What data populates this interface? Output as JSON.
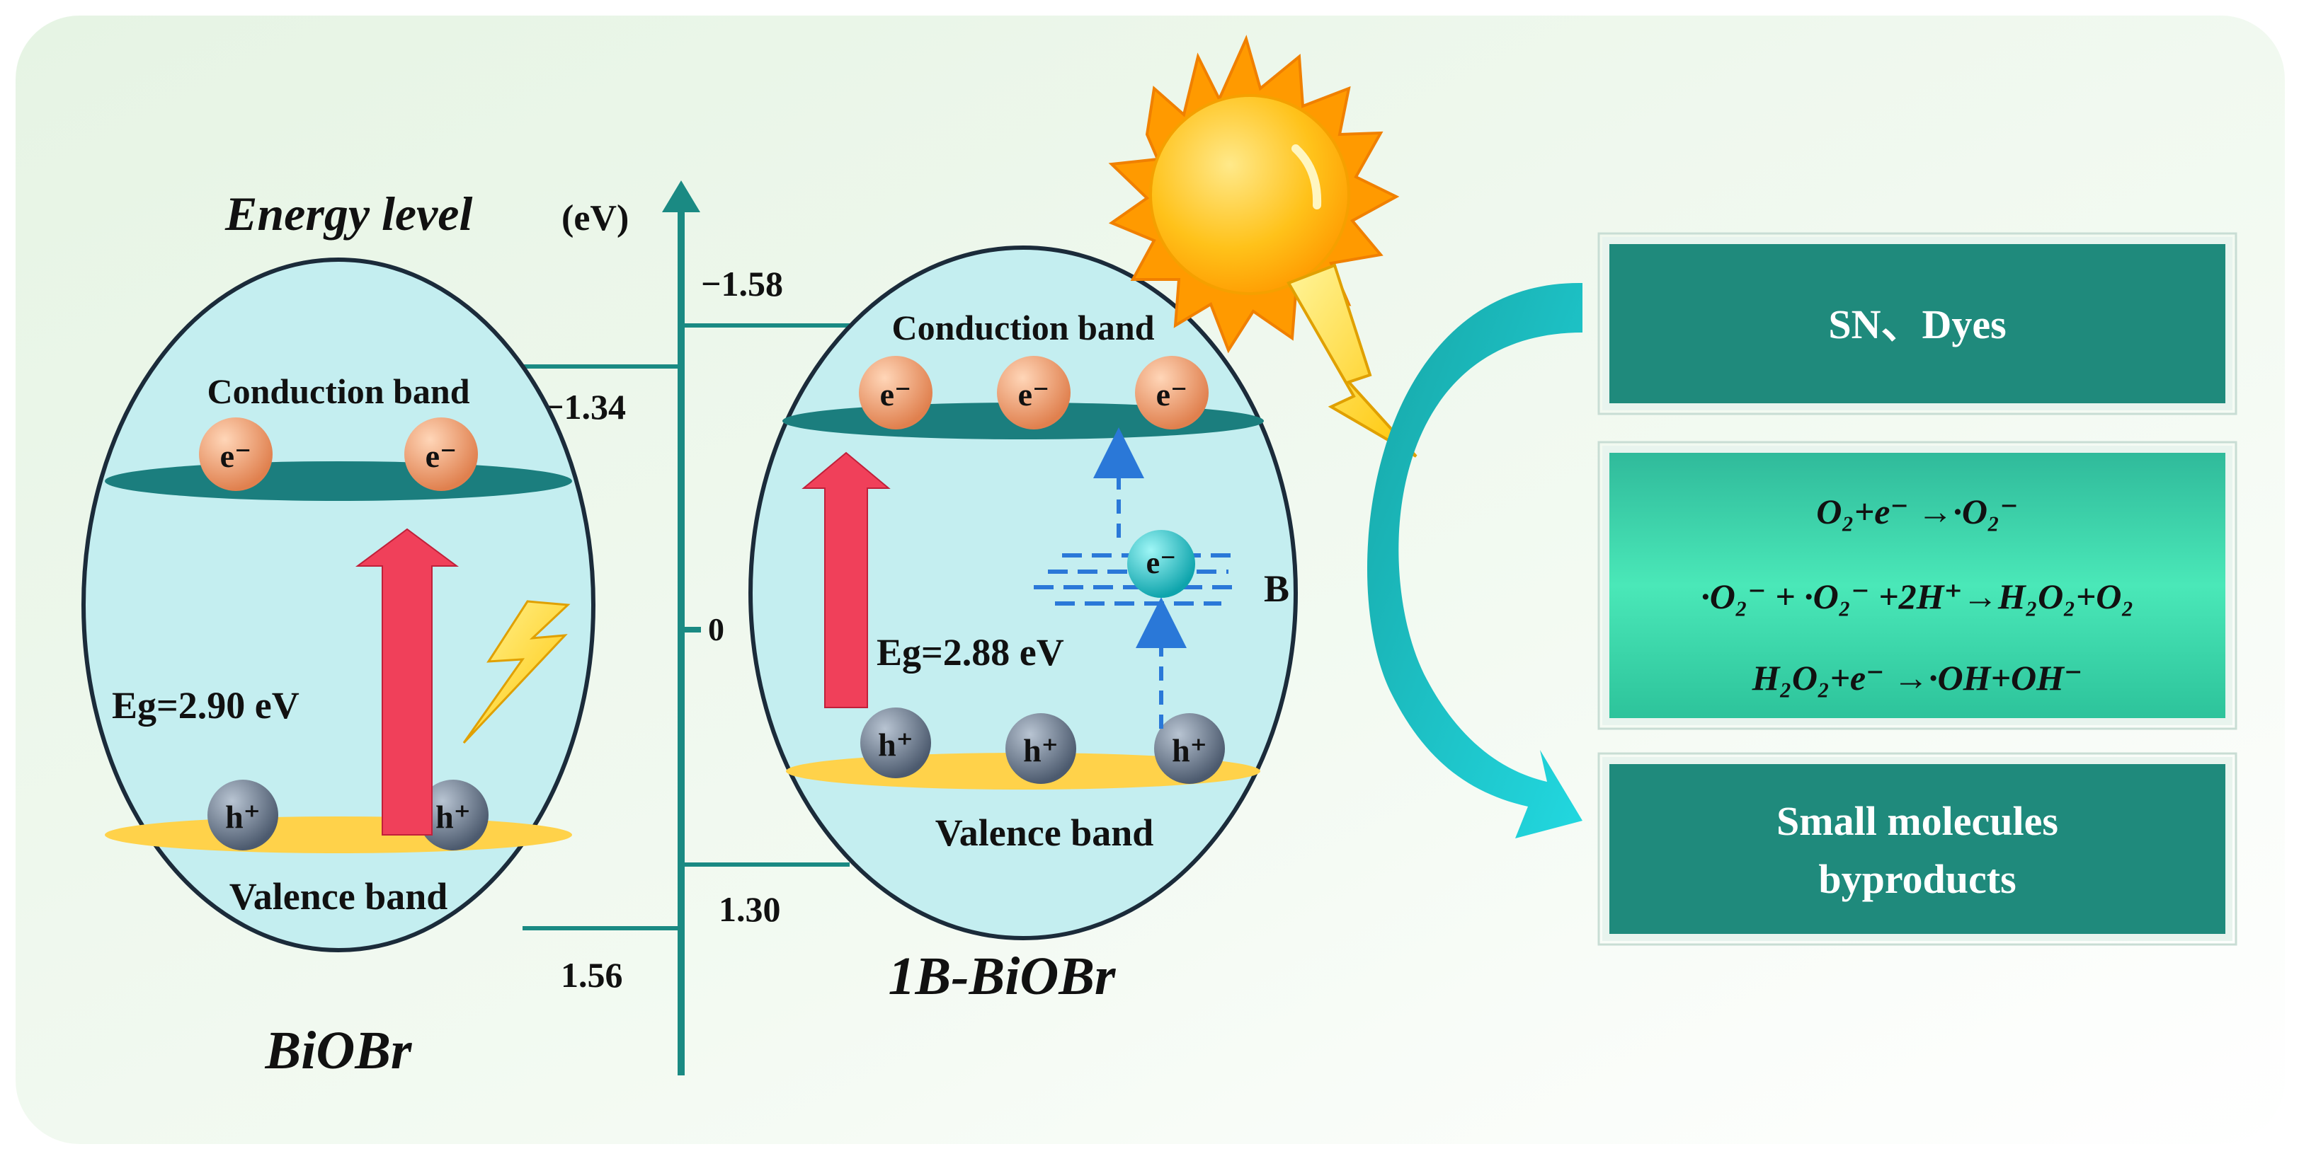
{
  "axis": {
    "title_italic": "Energy level",
    "title_unit": "(eV)",
    "zero_label": "0"
  },
  "left": {
    "name": "BiOBr",
    "cb_label": "Conduction band",
    "vb_label": "Valence band",
    "cb_energy": "−1.34",
    "vb_energy": "1.56",
    "bandgap": "Eg=2.90 eV",
    "electron": "e⁻",
    "hole": "h⁺"
  },
  "right": {
    "name": "1B-BiOBr",
    "cb_label": "Conduction band",
    "vb_label": "Valence band",
    "cb_energy": "−1.58",
    "vb_energy": "1.30",
    "bandgap": "Eg=2.88 eV",
    "defect_label": "B",
    "electron": "e⁻",
    "hole": "h⁺"
  },
  "reaction_boxes": {
    "pollutants": "SN、Dyes",
    "products_line1": "Small molecules",
    "products_line2": "byproducts",
    "eq1": "O₂+e⁻ →·O₂⁻",
    "eq2": "·O₂⁻ + ·O₂⁻ +2H⁺→H₂O₂+O₂",
    "eq3": "H₂O₂+e⁻ →·OH+OH⁻"
  },
  "colors": {
    "axis": "#1a8a83",
    "ellipse_fill": "#c4eef0",
    "cb_band": "#1b7e7e",
    "vb_band": "#ffd24a",
    "electron": "#f0a27a",
    "hole": "#6e7e92",
    "arrow_red": "#f0405a",
    "box_dark": "#1f8a7c",
    "box_light": "#3cdcac",
    "sun": "#ffb300",
    "defect_electron": "#18c4c8",
    "dashed_blue": "#2a78d8"
  }
}
